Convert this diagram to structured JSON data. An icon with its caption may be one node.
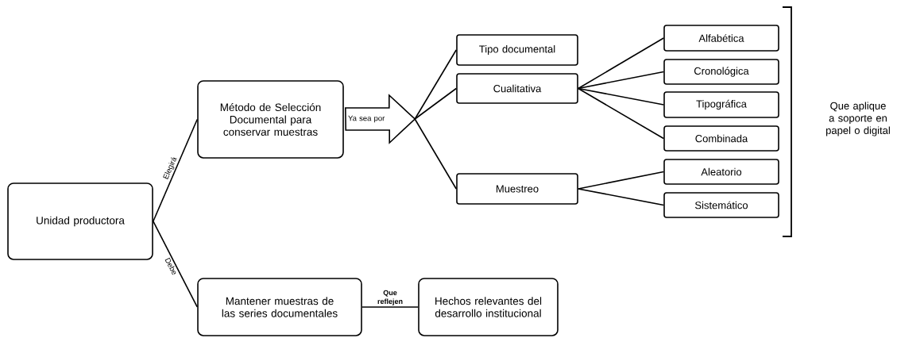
{
  "diagram": {
    "nodes": [
      {
        "text": [
          "Unidad productora"
        ]
      },
      {
        "text": [
          "Método de Selección Documental para conservar muestras"
        ]
      },
      {
        "text": [
          "Ya sea por"
        ]
      },
      {
        "text": [
          "Tipo documental"
        ]
      },
      {
        "text": [
          "Cualitativa"
        ]
      },
      {
        "text": [
          "Muestreo"
        ]
      },
      {
        "text": [
          "Alfabética"
        ]
      },
      {
        "text": [
          "Cronológica"
        ]
      },
      {
        "text": [
          "Tipográfica"
        ]
      },
      {
        "text": [
          "Combinada"
        ]
      },
      {
        "text": [
          "Aleatorio"
        ]
      },
      {
        "text": [
          "Sistemático"
        ]
      },
      {
        "text": [
          "Mantener muestras de las series documentales"
        ]
      },
      {
        "text": [
          "Hechos relevantes del desarrollo institucional"
        ]
      }
    ],
    "edges": [
      {
        "from": 0,
        "to": 1,
        "arrow": "none",
        "label": "Elegirá"
      },
      {
        "from": 0,
        "to": 12,
        "arrow": "none",
        "label": "Debe"
      },
      {
        "from": 2,
        "to": 3,
        "arrow": "none"
      },
      {
        "from": 2,
        "to": 4,
        "arrow": "none"
      },
      {
        "from": 2,
        "to": 5,
        "arrow": "none"
      },
      {
        "from": 4,
        "to": 6,
        "arrow": "none"
      },
      {
        "from": 4,
        "to": 7,
        "arrow": "none"
      },
      {
        "from": 4,
        "to": 8,
        "arrow": "none"
      },
      {
        "from": 4,
        "to": 9,
        "arrow": "none"
      },
      {
        "from": 5,
        "to": 10,
        "arrow": "none"
      },
      {
        "from": 5,
        "to": 11,
        "arrow": "none"
      },
      {
        "from": 12,
        "to": 13,
        "arrow": "none",
        "label": "Que reflejen"
      }
    ],
    "labels": [
      "Que aplique a soporte en papel o digital"
    ]
  }
}
